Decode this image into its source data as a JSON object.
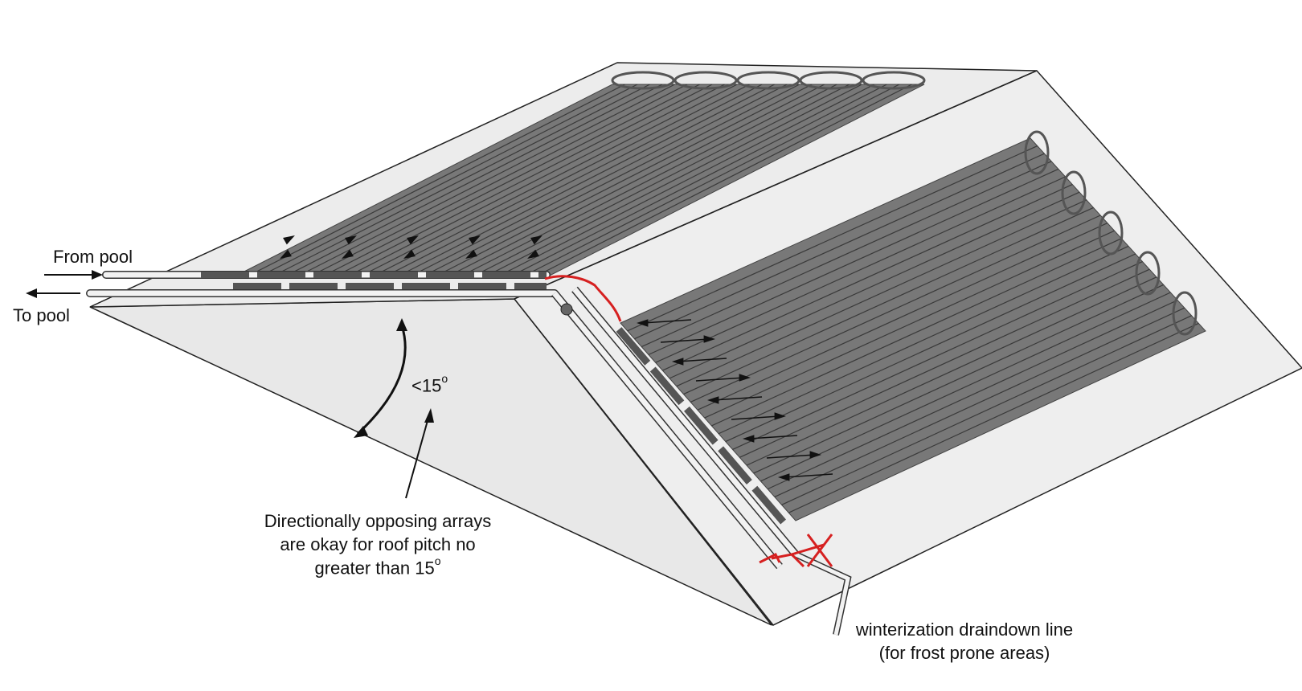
{
  "labels": {
    "from_pool": "From pool",
    "to_pool": "To pool",
    "angle": "<15",
    "angle_sup": "o",
    "note_line1": "Directionally opposing arrays",
    "note_line2": "are okay for roof pitch no",
    "note_line3": "greater than 15",
    "note_sup": "o",
    "drain_line1": "winterization draindown line",
    "drain_line2": "(for frost prone areas)"
  },
  "colors": {
    "roof_face": "#ebebeb",
    "roof_edge": "#222222",
    "collector": "#7a7a7a",
    "collector_dark": "#5e5e5e",
    "pipe": "#f2f2f2",
    "red_line": "#d62020"
  },
  "counts": {
    "top_collectors": 5,
    "right_collectors": 5
  }
}
